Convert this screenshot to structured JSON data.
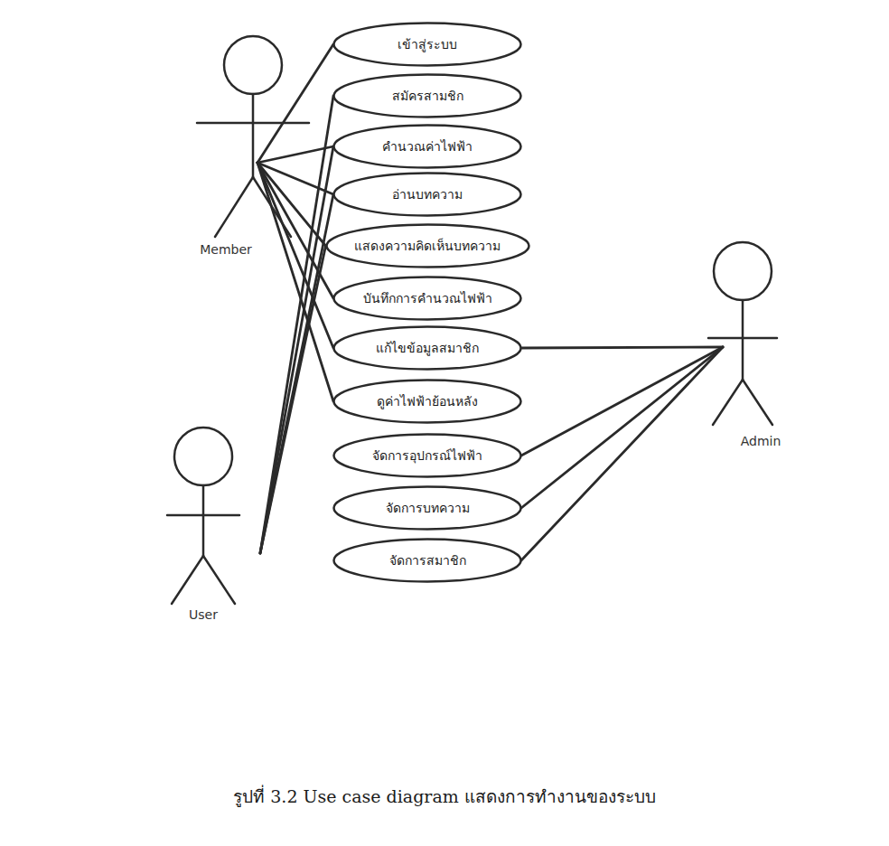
{
  "diagram": {
    "caption": "รูปที่ 3.2 Use case diagram แสดงการทำงานของระบบ",
    "nodes": [
      {
        "text": [
          "Member"
        ]
      },
      {
        "text": [
          "เข้าสู่ระบบ"
        ]
      },
      {
        "text": [
          "สมัครสามชิก"
        ]
      },
      {
        "text": [
          "คำนวณค่าไฟฟ้า"
        ]
      },
      {
        "text": [
          "อ่านบทความ"
        ]
      },
      {
        "text": [
          "แสดงความคิดเห็นบทความ"
        ]
      },
      {
        "text": [
          "บันทึกการคำนวณไฟฟ้า"
        ]
      },
      {
        "text": [
          "แก้ไขข้อมูลสมาชิก"
        ]
      },
      {
        "text": [
          "ดูค่าไฟฟ้าย้อนหลัง"
        ]
      },
      {
        "text": [
          "จัดการอุปกรณ์ไฟฟ้า"
        ]
      },
      {
        "text": [
          "จัดการบทความ"
        ]
      },
      {
        "text": [
          "จัดการสมาชิก"
        ]
      },
      {
        "text": [
          "User"
        ]
      },
      {
        "text": [
          "Admin"
        ]
      }
    ],
    "edges": [
      {
        "from": 0,
        "to": 1,
        "arrow": "none"
      },
      {
        "from": 0,
        "to": 3,
        "arrow": "none"
      },
      {
        "from": 0,
        "to": 4,
        "arrow": "none"
      },
      {
        "from": 0,
        "to": 5,
        "arrow": "none"
      },
      {
        "from": 0,
        "to": 6,
        "arrow": "none"
      },
      {
        "from": 0,
        "to": 7,
        "arrow": "none"
      },
      {
        "from": 0,
        "to": 8,
        "arrow": "none"
      },
      {
        "from": 12,
        "to": 2,
        "arrow": "none"
      },
      {
        "from": 12,
        "to": 3,
        "arrow": "none"
      },
      {
        "from": 12,
        "to": 4,
        "arrow": "none"
      },
      {
        "from": 12,
        "to": 5,
        "arrow": "none"
      },
      {
        "from": 13,
        "to": 7,
        "arrow": "none"
      },
      {
        "from": 13,
        "to": 9,
        "arrow": "none"
      },
      {
        "from": 13,
        "to": 10,
        "arrow": "none"
      },
      {
        "from": 13,
        "to": 11,
        "arrow": "none"
      }
    ]
  }
}
